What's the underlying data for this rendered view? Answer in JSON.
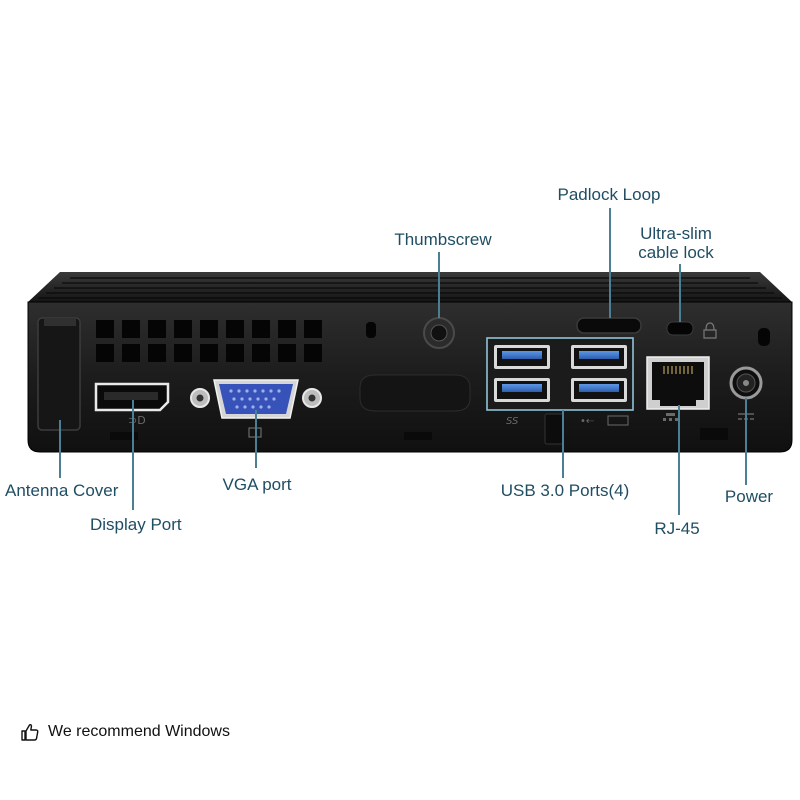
{
  "labels": {
    "thumbscrew": "Thumbscrew",
    "padlock_loop": "Padlock Loop",
    "cable_lock_line1": "Ultra-slim",
    "cable_lock_line2": "cable lock",
    "antenna_cover": "Antenna Cover",
    "display_port": "Display Port",
    "vga_port": "VGA port",
    "usb_ports": "USB 3.0 Ports(4)",
    "rj45": "RJ-45",
    "power": "Power"
  },
  "port_markings": {
    "usb_ss": "SS",
    "usb_plain": "•⇠"
  },
  "footer": {
    "text": "We recommend Windows",
    "icon": "thumbs-up-icon"
  },
  "colors": {
    "label": "#1f4d63",
    "callout_line": "#4a7f94",
    "usb_port": "#3f77c9",
    "vga_port": "#3752b8",
    "chassis": "#1b1b1b"
  }
}
